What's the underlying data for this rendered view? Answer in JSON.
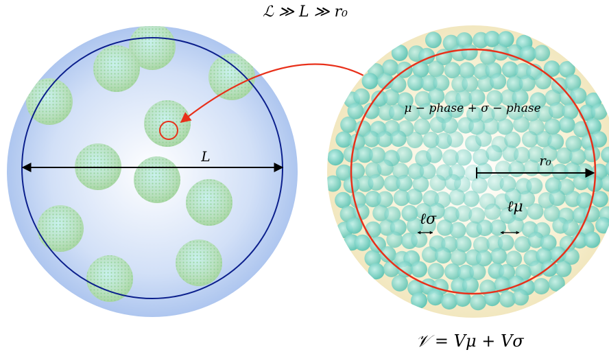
{
  "top_label": "ℒ ≫ L ≫ r₀",
  "left_panel": {
    "length_label": "L"
  },
  "right_panel": {
    "phase_label": "μ − phase + σ − phase",
    "radius_label": "r₀",
    "sigma_scale_label": "ℓσ",
    "mu_scale_label": "ℓμ"
  },
  "bottom_label": "𝒱 = Vμ + Vσ",
  "colors": {
    "left_halo": "#aec6ef",
    "left_boundary": "#0b1f8c",
    "right_halo": "#f5ebc4",
    "bubble_fill": "#7fd3c8",
    "highlight_red": "#e8301a",
    "arrow_black": "#000000"
  }
}
